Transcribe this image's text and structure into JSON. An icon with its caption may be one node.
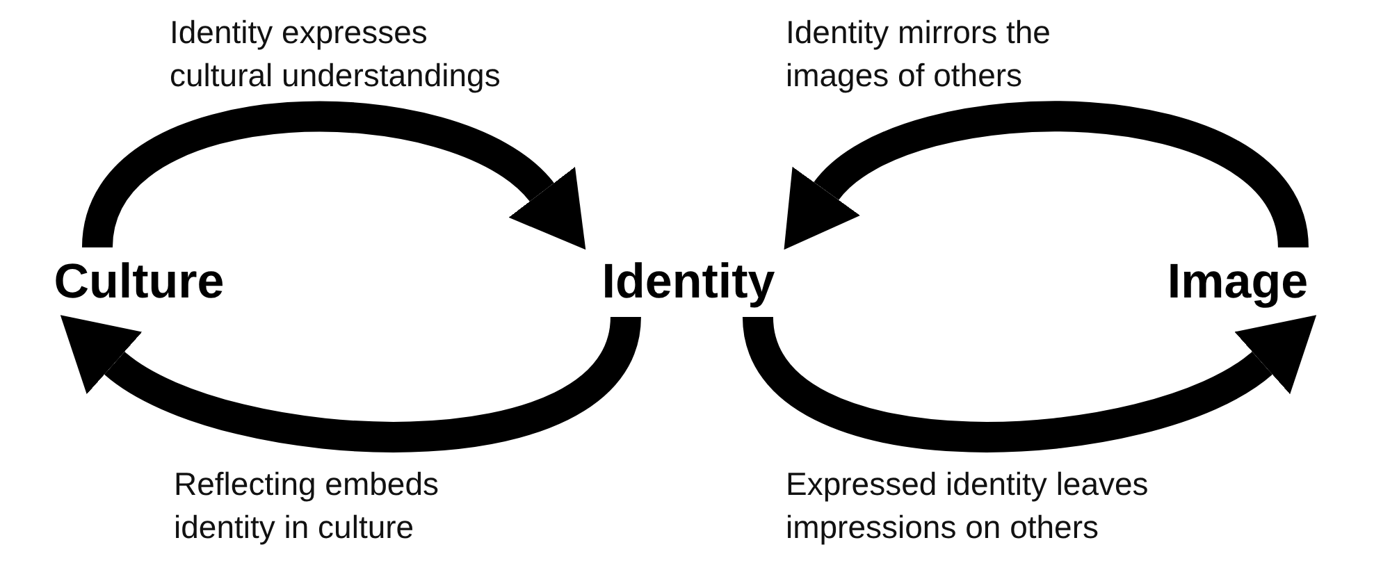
{
  "diagram": {
    "nodes": [
      {
        "text": [
          "Culture"
        ]
      },
      {
        "text": [
          "Identity"
        ]
      },
      {
        "text": [
          "Image"
        ]
      }
    ],
    "edges": [
      {
        "from": 0,
        "to": 1,
        "arrow": "to",
        "label": "Identity expresses cultural understandings"
      },
      {
        "from": 1,
        "to": 0,
        "arrow": "to",
        "label": "Reflecting embeds identity in culture"
      },
      {
        "from": 2,
        "to": 1,
        "arrow": "to",
        "label": "Identity mirrors the images of others"
      },
      {
        "from": 1,
        "to": 2,
        "arrow": "to",
        "label": "Expressed identity leaves impressions on others"
      }
    ]
  }
}
